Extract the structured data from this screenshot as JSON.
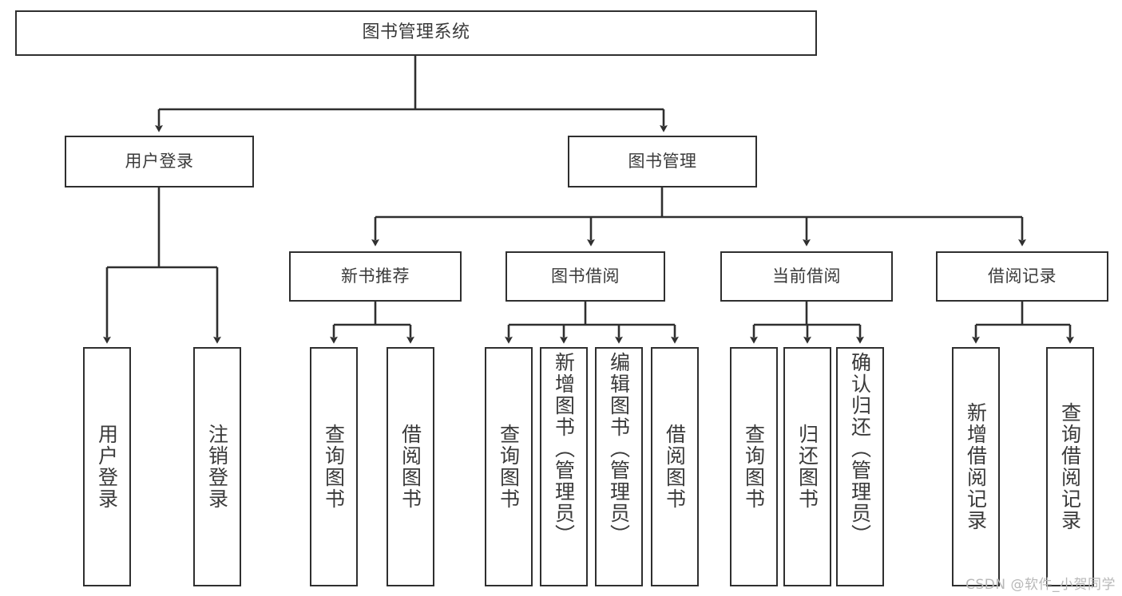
{
  "diagram": {
    "title": "图书管理系统",
    "type": "tree",
    "colors": {
      "background": "#ffffff",
      "box_border": "#2f2f2f",
      "box_fill": "#ffffff",
      "text": "#3a3a3a",
      "edge": "#2f2f2f",
      "watermark": "#b8b8b8"
    },
    "watermark": "CSDN @软件_小贺同学"
  },
  "nodes": {
    "root": {
      "label": "图书管理系统",
      "orientation": "horizontal"
    },
    "level2": [
      {
        "label": "用户登录",
        "orientation": "horizontal"
      },
      {
        "label": "图书管理",
        "orientation": "horizontal"
      }
    ],
    "level3": [
      {
        "label": "新书推荐",
        "orientation": "horizontal"
      },
      {
        "label": "图书借阅",
        "orientation": "horizontal"
      },
      {
        "label": "当前借阅",
        "orientation": "horizontal"
      },
      {
        "label": "借阅记录",
        "orientation": "horizontal"
      }
    ],
    "leaves_user_login": [
      {
        "label": "用户登录",
        "orientation": "vertical"
      },
      {
        "label": "注销登录",
        "orientation": "vertical"
      }
    ],
    "leaves_new_books": [
      {
        "label": "查询图书",
        "orientation": "vertical"
      },
      {
        "label": "借阅图书",
        "orientation": "vertical"
      }
    ],
    "leaves_borrow": [
      {
        "label": "查询图书",
        "orientation": "vertical"
      },
      {
        "label": "新增图书（管理员）",
        "orientation": "vertical"
      },
      {
        "label": "编辑图书（管理员）",
        "orientation": "vertical"
      },
      {
        "label": "借阅图书",
        "orientation": "vertical"
      }
    ],
    "leaves_current": [
      {
        "label": "查询图书",
        "orientation": "vertical"
      },
      {
        "label": "归还图书",
        "orientation": "vertical"
      },
      {
        "label": "确认归还（管理员）",
        "orientation": "vertical"
      }
    ],
    "leaves_records": [
      {
        "label": "新增借阅记录",
        "orientation": "vertical"
      },
      {
        "label": "查询借阅记录",
        "orientation": "vertical"
      }
    ]
  },
  "edges": [
    {
      "from": "图书管理系统",
      "to": "用户登录"
    },
    {
      "from": "图书管理系统",
      "to": "图书管理"
    },
    {
      "from": "用户登录",
      "to": "用户登录(叶)"
    },
    {
      "from": "用户登录",
      "to": "注销登录"
    },
    {
      "from": "图书管理",
      "to": "新书推荐"
    },
    {
      "from": "图书管理",
      "to": "图书借阅"
    },
    {
      "from": "图书管理",
      "to": "当前借阅"
    },
    {
      "from": "图书管理",
      "to": "借阅记录"
    },
    {
      "from": "新书推荐",
      "to": "查询图书"
    },
    {
      "from": "新书推荐",
      "to": "借阅图书"
    },
    {
      "from": "图书借阅",
      "to": "查询图书"
    },
    {
      "from": "图书借阅",
      "to": "新增图书（管理员）"
    },
    {
      "from": "图书借阅",
      "to": "编辑图书（管理员）"
    },
    {
      "from": "图书借阅",
      "to": "借阅图书"
    },
    {
      "from": "当前借阅",
      "to": "查询图书"
    },
    {
      "from": "当前借阅",
      "to": "归还图书"
    },
    {
      "from": "当前借阅",
      "to": "确认归还（管理员）"
    },
    {
      "from": "借阅记录",
      "to": "新增借阅记录"
    },
    {
      "from": "借阅记录",
      "to": "查询借阅记录"
    }
  ]
}
